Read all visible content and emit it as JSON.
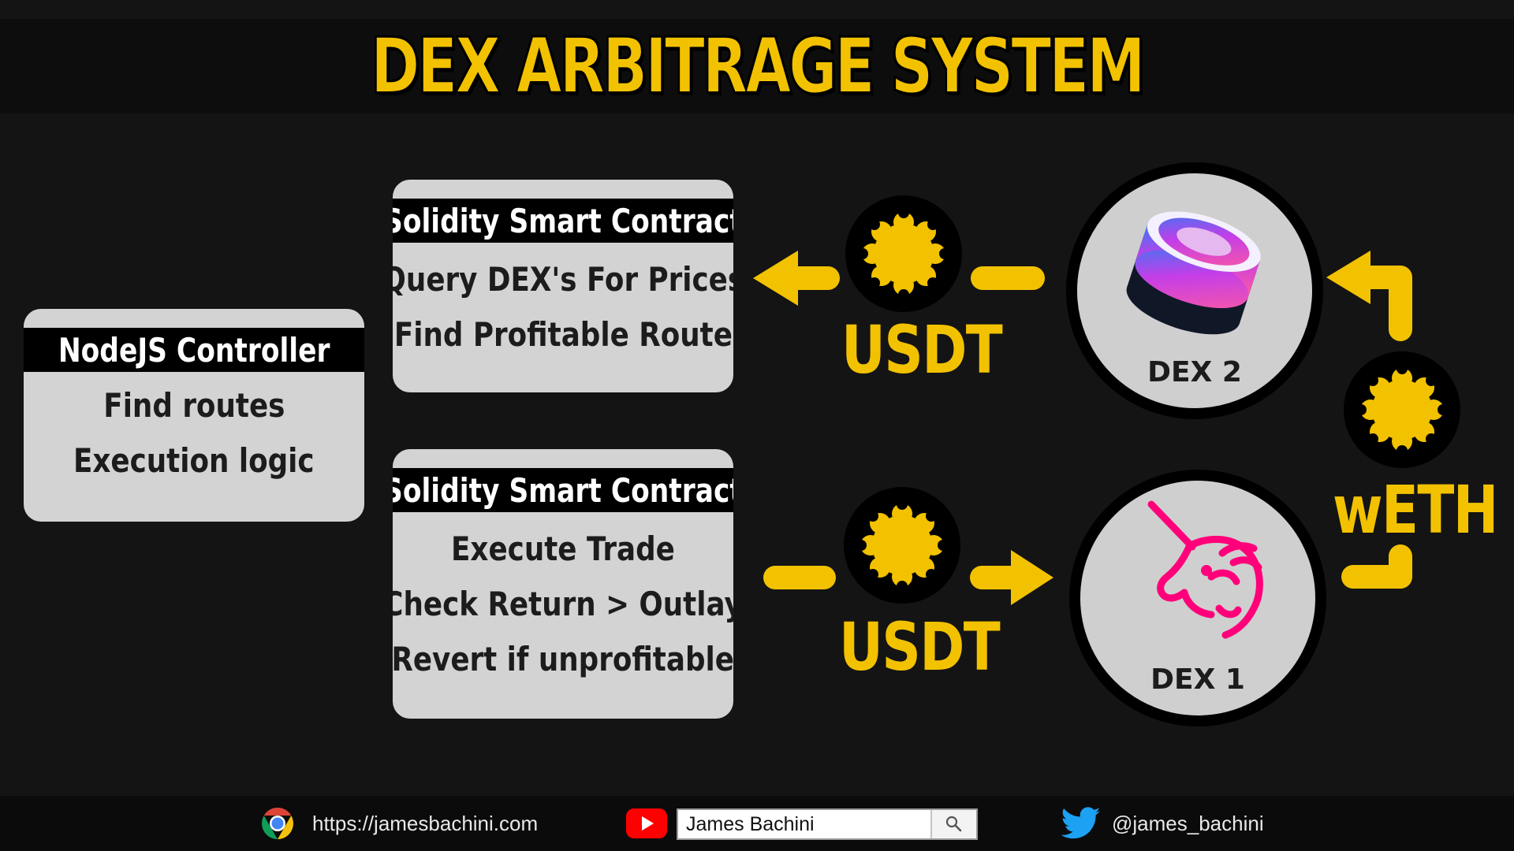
{
  "title": "DEX ARBITRAGE SYSTEM",
  "nodejs_card": {
    "header": "NodeJS Controller",
    "lines": [
      "Find routes",
      "Execution logic"
    ]
  },
  "contract_query_card": {
    "header": "Solidity Smart Contract",
    "lines": [
      "Query DEX's For Prices",
      "Find Profitable Route"
    ]
  },
  "contract_execute_card": {
    "header": "Solidity Smart Contract",
    "lines": [
      "Execute Trade",
      "Check Return > Outlay",
      "Revert if unprofitable"
    ]
  },
  "token_labels": {
    "top": "USDT",
    "bottom": "USDT",
    "right": "wETH"
  },
  "dex2": {
    "label": "DEX 2",
    "logo_icon": "sushiswap-logo"
  },
  "dex1": {
    "label": "DEX 1",
    "logo_icon": "uniswap-unicorn-logo"
  },
  "footer": {
    "website": "https://jamesbachini.com",
    "website_icon": "chrome-icon",
    "youtube_icon": "youtube-icon",
    "youtube_search_value": "James Bachini",
    "search_icon": "magnifier-icon",
    "twitter_icon": "twitter-bird-icon",
    "twitter_handle": "@james_bachini"
  },
  "colors": {
    "accent_yellow": "#f2c200",
    "card_gray": "#d3d3d3",
    "background": "#141414",
    "uniswap_pink": "#ff007a"
  }
}
